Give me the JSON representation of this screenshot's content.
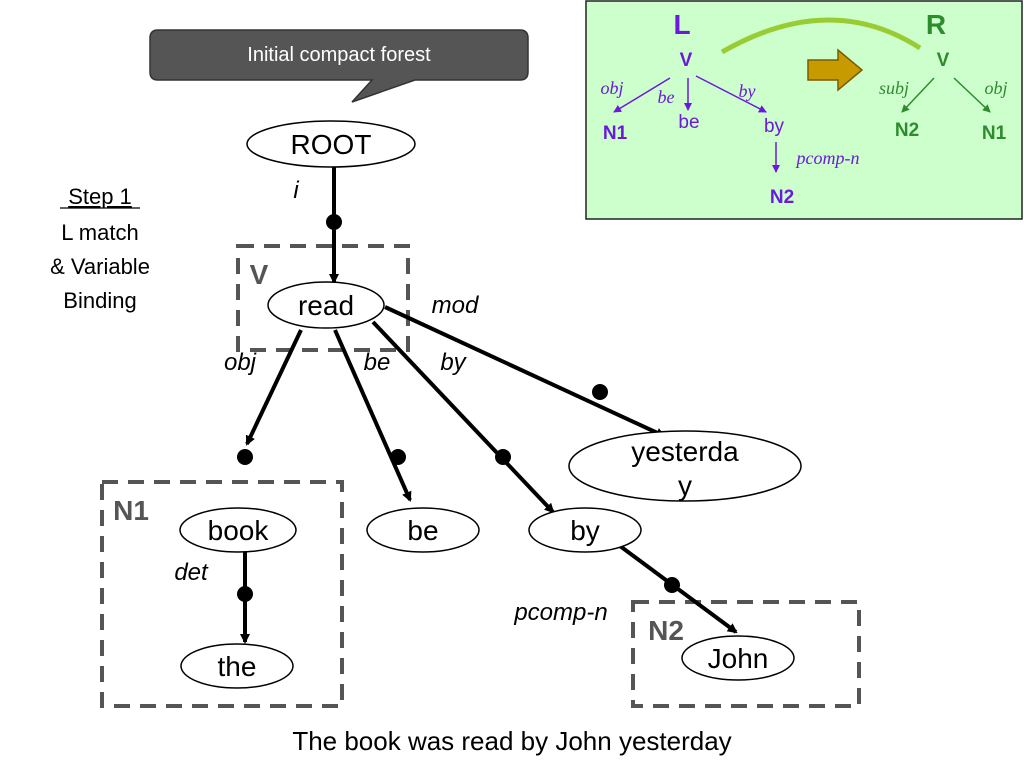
{
  "callout": {
    "text": "Initial compact forest"
  },
  "step": {
    "title": "Step 1",
    "lines": [
      "L match",
      "& Variable",
      "Binding"
    ]
  },
  "rule": {
    "left": {
      "label": "L",
      "root": "V",
      "nodes": [
        "N1",
        "be",
        "by",
        "N2"
      ],
      "edges": [
        "obj",
        "be",
        "by",
        "pcomp-n"
      ]
    },
    "right": {
      "label": "R",
      "root": "V",
      "nodes": [
        "N2",
        "N1"
      ],
      "edges": [
        "subj",
        "obj"
      ]
    },
    "colors": {
      "background": "#ccffcc",
      "left": "#6b1adb",
      "right": "#2e8b2e",
      "arc": "#99cc33",
      "arrow": "#c79a00"
    }
  },
  "tree": {
    "nodes": {
      "root": "ROOT",
      "read": "read",
      "yesterday_a": "yesterda",
      "yesterday_b": "y",
      "book": "book",
      "be": "be",
      "by": "by",
      "the": "the",
      "john": "John"
    },
    "edges": {
      "i": "i",
      "mod": "mod",
      "obj": "obj",
      "be": "be",
      "by": "by",
      "det": "det",
      "pcomp_n": "pcomp-n"
    },
    "boxes": {
      "v": "V",
      "n1": "N1",
      "n2": "N2"
    }
  },
  "caption": "The book was read by John yesterday"
}
